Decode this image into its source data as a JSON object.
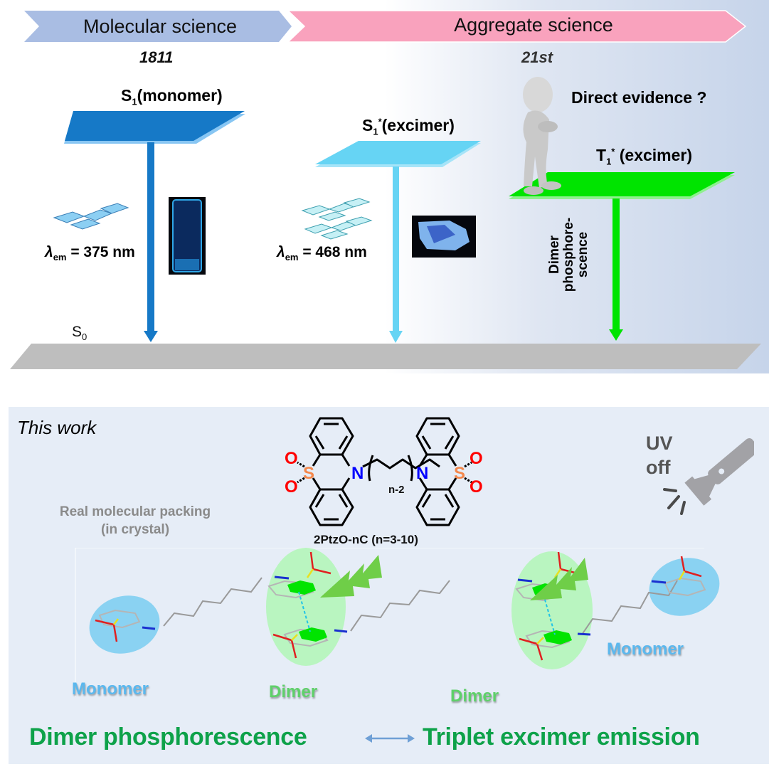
{
  "timeline": {
    "molecular": {
      "label": "Molecular science",
      "year": "1811",
      "color": "#a9bde3"
    },
    "aggregate": {
      "label": "Aggregate science",
      "year": "21st",
      "color": "#f9a2bd"
    }
  },
  "levels": {
    "s1_monomer": {
      "name": "S",
      "sub": "1",
      "suffix": "(monomer)",
      "color": "#1679c7"
    },
    "s1_excimer": {
      "name": "S",
      "sub": "1",
      "sup": "*",
      "suffix": "(excimer)",
      "color": "#66d4f4"
    },
    "t1_excimer": {
      "name": "T",
      "sub": "1",
      "sup": "*",
      "suffix": " (excimer)",
      "color": "#00e400"
    },
    "s0": {
      "name": "S",
      "sub": "0",
      "color": "#bebebe"
    }
  },
  "emissions": {
    "monomer": {
      "lambda_symbol": "λ",
      "lambda_sub": "em",
      "value": " = 375 nm"
    },
    "excimer": {
      "lambda_symbol": "λ",
      "lambda_sub": "em",
      "value": " = 468 nm"
    },
    "dimer_phos": {
      "line1": "Dimer",
      "line2": "phosphore-",
      "line3": "scence"
    }
  },
  "question": "Direct evidence ?",
  "this_work": {
    "title": "This work",
    "molecule": {
      "name": "2PtzO-nC (n=3-10)",
      "repeat_label": "n-2",
      "atoms": {
        "S": "S",
        "O": "O",
        "N": "N"
      },
      "colors": {
        "S": "#f4874b",
        "O": "#ff0000",
        "N": "#0000ff"
      }
    },
    "packing_label_line1": "Real molecular packing",
    "packing_label_line2": "(in crystal)",
    "uv": {
      "line1": "UV",
      "line2": "off"
    },
    "labels": {
      "monomer_left": "Monomer",
      "dimer_1": "Dimer",
      "dimer_2": "Dimer",
      "monomer_right": "Monomer"
    },
    "conclusion": {
      "left": "Dimer phosphorescence",
      "right": "Triplet excimer emission"
    }
  }
}
